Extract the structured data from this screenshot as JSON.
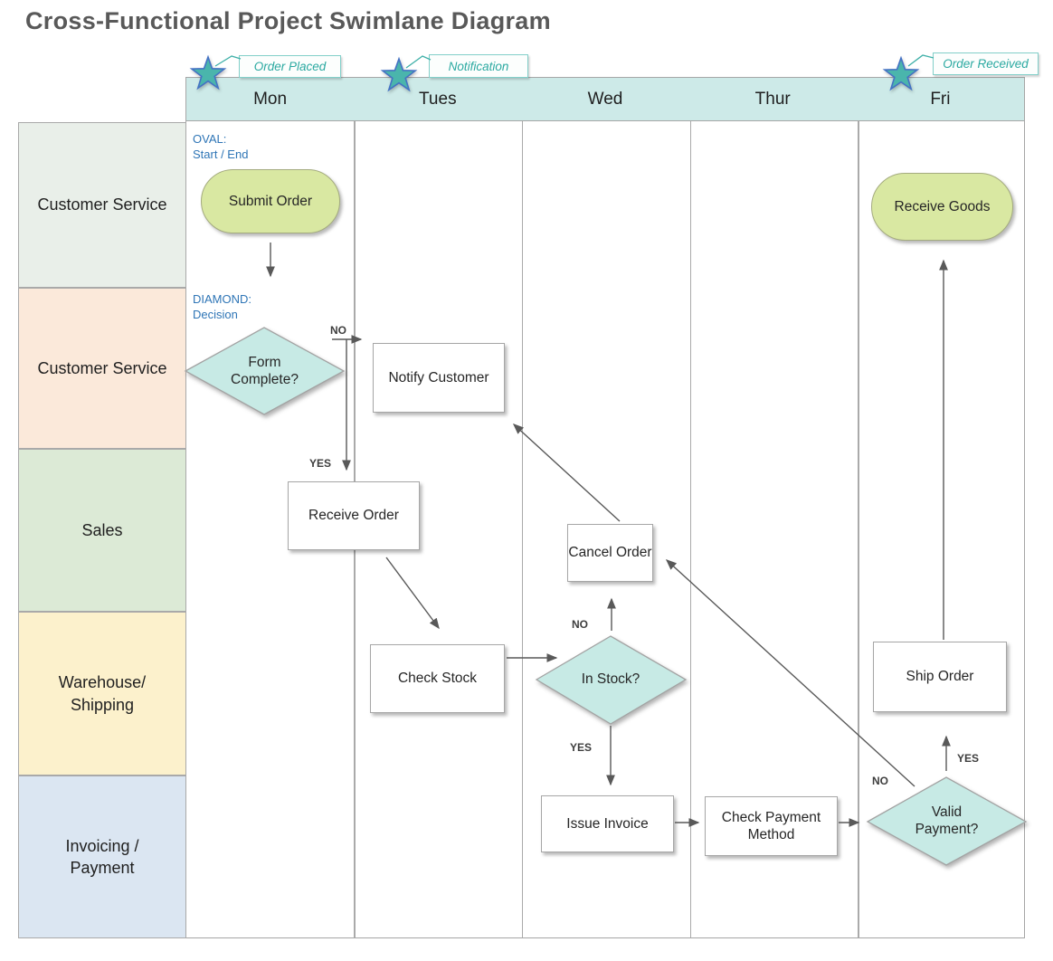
{
  "title": "Cross-Functional Project Swimlane Diagram",
  "days": [
    "Mon",
    "Tues",
    "Wed",
    "Thur",
    "Fri"
  ],
  "milestones": [
    {
      "label": "Order Placed"
    },
    {
      "label": "Notification"
    },
    {
      "label": "Order Received"
    }
  ],
  "lanes": [
    {
      "label": "Customer Service",
      "color": "#e9efe9"
    },
    {
      "label": "Customer Service",
      "color": "#fbe9da"
    },
    {
      "label": "Sales",
      "color": "#dcead6"
    },
    {
      "label": "Warehouse/ Shipping",
      "color": "#fcf1cc"
    },
    {
      "label": "Invoicing / Payment",
      "color": "#dbe6f2"
    }
  ],
  "annotations": {
    "oval": {
      "line1": "OVAL:",
      "line2": "Start / End"
    },
    "diamond": {
      "line1": "DIAMOND:",
      "line2": "Decision"
    }
  },
  "nodes": {
    "submit_order": "Submit Order",
    "form_complete": "Form Complete?",
    "notify_customer": "Notify Customer",
    "receive_order": "Receive Order",
    "cancel_order": "Cancel Order",
    "check_stock": "Check Stock",
    "in_stock": "In Stock?",
    "issue_invoice": "Issue Invoice",
    "check_payment_method": "Check Payment Method",
    "valid_payment": "Valid Payment?",
    "ship_order": "Ship Order",
    "receive_goods": "Receive Goods"
  },
  "edge_labels": {
    "yes": "YES",
    "no": "NO"
  },
  "colors": {
    "header_band": "#cdeae8",
    "milestone_star": "#4ab5ac",
    "milestone_star_border": "#4472c4",
    "milestone_text": "#2ba9a1",
    "terminator_fill": "#d9e8a2",
    "decision_fill": "#c7eae5",
    "process_fill": "#ffffff",
    "annotation_text": "#2e75b6",
    "arrow": "#595959",
    "title_text": "#595959"
  }
}
